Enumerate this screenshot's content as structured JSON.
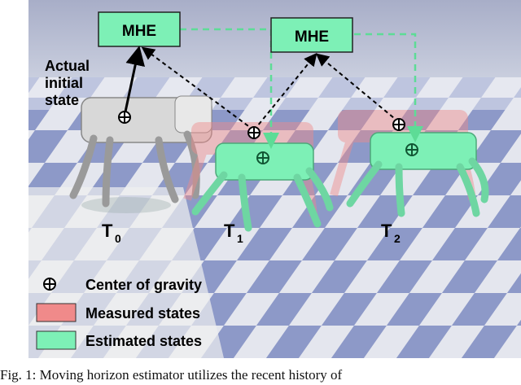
{
  "figure": {
    "boxes": [
      "MHE",
      "MHE"
    ],
    "actual_state_label": [
      "Actual",
      "initial",
      "state"
    ],
    "time_labels": [
      {
        "main": "T",
        "sub": "0"
      },
      {
        "main": "T",
        "sub": "1"
      },
      {
        "main": "T",
        "sub": "2"
      }
    ],
    "legend": {
      "cog": "Center of gravity",
      "measured": "Measured states",
      "estimated": "Estimated states"
    },
    "colors": {
      "mhe_box": "#7df0b6",
      "measured": "#f08a8a",
      "estimated": "#7df0b6",
      "estimated_dash": "#5ddc96",
      "arrow": "#000000"
    },
    "icons": [
      "center-of-gravity-icon"
    ]
  },
  "caption": "Fig. 1: Moving horizon estimator utilizes the recent history of"
}
